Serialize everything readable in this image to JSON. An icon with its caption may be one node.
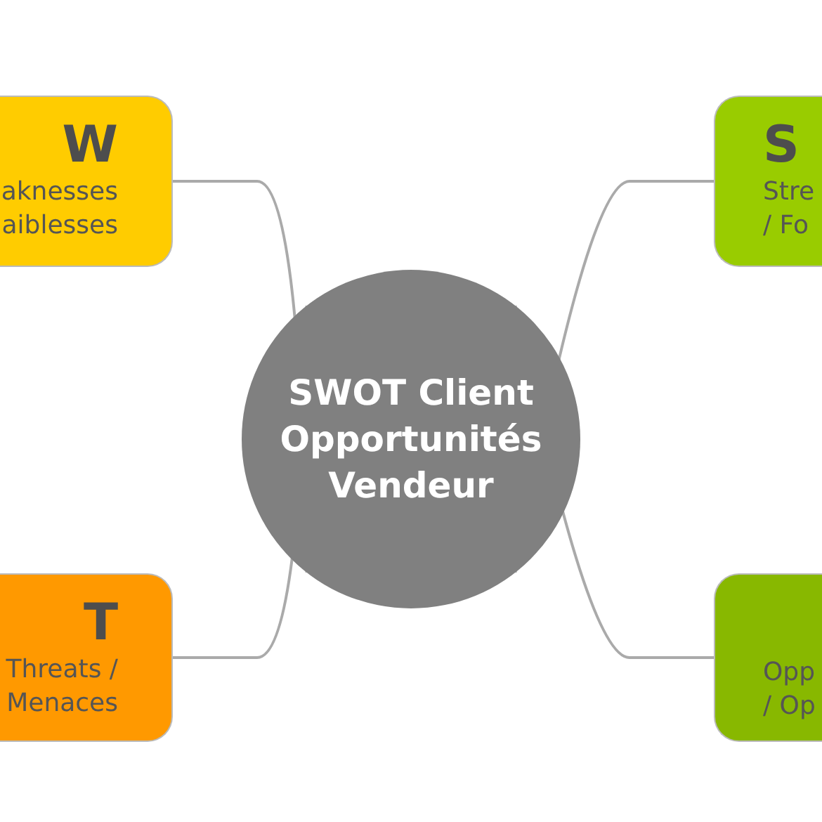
{
  "diagram": {
    "nodes": [
      {
        "text": [
          "W",
          "aknesses aiblesses"
        ]
      },
      {
        "text": [
          "S",
          "Stre / Fo"
        ]
      },
      {
        "text": [
          "SWOT Client Opportunités Vendeur"
        ]
      },
      {
        "text": [
          "T",
          "Threats / Menaces"
        ]
      },
      {
        "text": [
          "Opp / Op"
        ]
      }
    ],
    "edges": [
      {
        "from": 2,
        "to": 0,
        "arrow": "none"
      },
      {
        "from": 2,
        "to": 1,
        "arrow": "none"
      },
      {
        "from": 2,
        "to": 3,
        "arrow": "none"
      },
      {
        "from": 2,
        "to": 4,
        "arrow": "none"
      }
    ]
  }
}
